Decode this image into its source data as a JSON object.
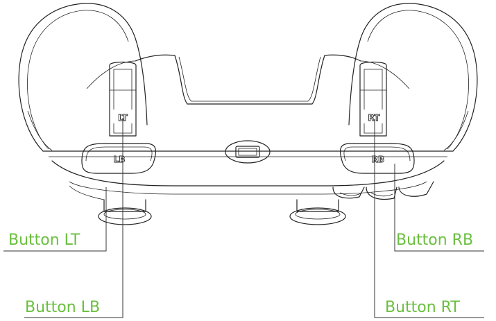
{
  "callouts": {
    "lt": "Button LT",
    "lb": "Button LB",
    "rb": "Button RB",
    "rt": "Button RT"
  },
  "engravings": {
    "lt": "LT",
    "lb": "LB",
    "rt": "RT",
    "rb": "RB"
  },
  "colors": {
    "callout_text": "#6abf3f",
    "line_art": "#222222",
    "background": "#ffffff"
  }
}
